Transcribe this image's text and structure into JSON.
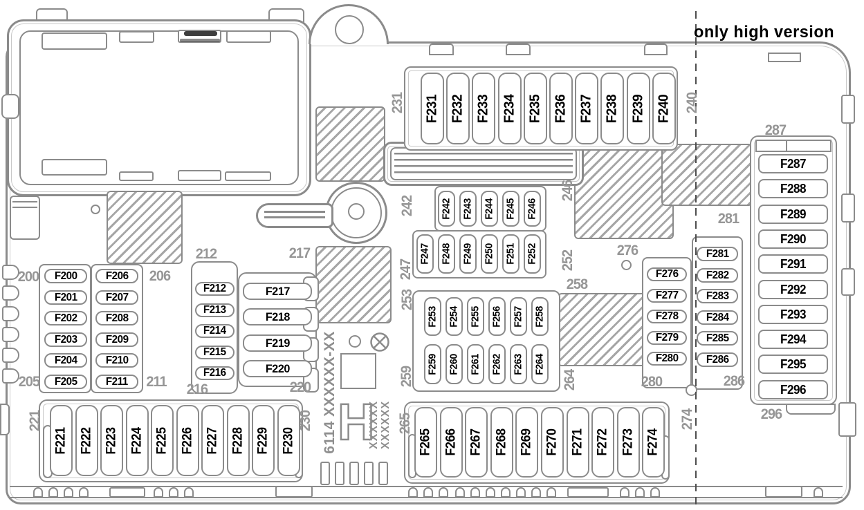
{
  "note": "only high version",
  "part_number": "6114 XXXXXX-XX",
  "stamp_left": "XXXXXX",
  "stamp_right": "XXXXXX",
  "h_mark": "H",
  "colors": {
    "line": "#8b8b8b",
    "group_label": "#969696",
    "fuse_text": "#000000",
    "note_text": "#000000"
  },
  "groups": [
    {
      "id": "row231",
      "start": "231",
      "end": "240",
      "fuses": [
        "F231",
        "F232",
        "F233",
        "F234",
        "F235",
        "F236",
        "F237",
        "F238",
        "F239",
        "F240"
      ]
    },
    {
      "id": "row242",
      "start": "242",
      "end": "246",
      "fuses": [
        "F242",
        "F243",
        "F244",
        "F245",
        "F246"
      ]
    },
    {
      "id": "row247",
      "start": "247",
      "end": "252",
      "fuses": [
        "F247",
        "F248",
        "F249",
        "F250",
        "F251",
        "F252"
      ]
    },
    {
      "id": "row253",
      "start": "253",
      "end": "258",
      "fuses": [
        "F253",
        "F254",
        "F255",
        "F256",
        "F257",
        "F258"
      ]
    },
    {
      "id": "row259",
      "start": "259",
      "end": "264",
      "fuses": [
        "F259",
        "F260",
        "F261",
        "F262",
        "F263",
        "F264"
      ]
    },
    {
      "id": "col200",
      "start": "200",
      "end": "205",
      "fuses": [
        "F200",
        "F201",
        "F202",
        "F203",
        "F204",
        "F205"
      ]
    },
    {
      "id": "col206",
      "start": "206",
      "end": "211",
      "fuses": [
        "F206",
        "F207",
        "F208",
        "F209",
        "F210",
        "F211"
      ]
    },
    {
      "id": "col212",
      "start": "212",
      "end": "216",
      "fuses": [
        "F212",
        "F213",
        "F214",
        "F215",
        "F216"
      ]
    },
    {
      "id": "col217",
      "start": "217",
      "end": "220",
      "fuses": [
        "F217",
        "F218",
        "F219",
        "F220"
      ]
    },
    {
      "id": "row221",
      "start": "221",
      "end": "230",
      "fuses": [
        "F221",
        "F222",
        "F223",
        "F224",
        "F225",
        "F226",
        "F227",
        "F228",
        "F229",
        "F230"
      ]
    },
    {
      "id": "row265",
      "start": "265",
      "end": "274",
      "fuses": [
        "F265",
        "F266",
        "F267",
        "F268",
        "F269",
        "F270",
        "F271",
        "F272",
        "F273",
        "F274"
      ]
    },
    {
      "id": "col276",
      "start": "276",
      "end": "280",
      "fuses": [
        "F276",
        "F277",
        "F278",
        "F279",
        "F280"
      ]
    },
    {
      "id": "col281",
      "start": "281",
      "end": "286",
      "fuses": [
        "F281",
        "F282",
        "F283",
        "F284",
        "F285",
        "F286"
      ]
    },
    {
      "id": "col287",
      "start": "287",
      "end": "296",
      "fuses": [
        "F287",
        "F288",
        "F289",
        "F290",
        "F291",
        "F292",
        "F293",
        "F294",
        "F295",
        "F296"
      ]
    }
  ]
}
